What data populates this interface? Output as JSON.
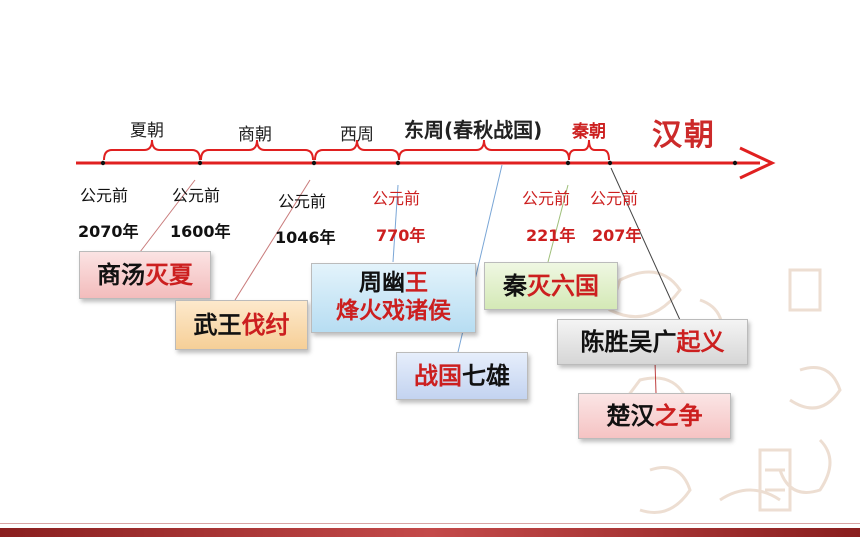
{
  "dynasties": {
    "xia": "夏朝",
    "shang": "商朝",
    "xizhou": "西周",
    "dongzhou": "东周(春秋战国)",
    "qin": "秦朝",
    "han": "汉朝"
  },
  "years": {
    "y1_label": "公元前",
    "y1_value": "2070年",
    "y2_label": "公元前",
    "y2_value": "1600年",
    "y3_label": "公元前",
    "y3_value": "1046年",
    "y4_label": "公元前",
    "y4_value": "770年",
    "y5_label": "公元前",
    "y5_value": "221年",
    "y6_label": "公元前",
    "y6_value": "207年"
  },
  "events": {
    "e1_black": "商汤",
    "e1_red": "灭夏",
    "e2_black": "武王",
    "e2_red": "伐纣",
    "e3_line1_black": "周幽",
    "e3_line1_red": "王",
    "e3_line2": "烽火戏诸侯",
    "e4_red": "战国",
    "e4_black": "七雄",
    "e5_black": "秦",
    "e5_red": "灭六国",
    "e6_black": "陈胜吴广",
    "e6_red": "起义",
    "e7_black": "楚汉",
    "e7_red": "之争"
  },
  "colors": {
    "accent_red": "#cc1f1f",
    "timeline_red": "#e02020"
  }
}
